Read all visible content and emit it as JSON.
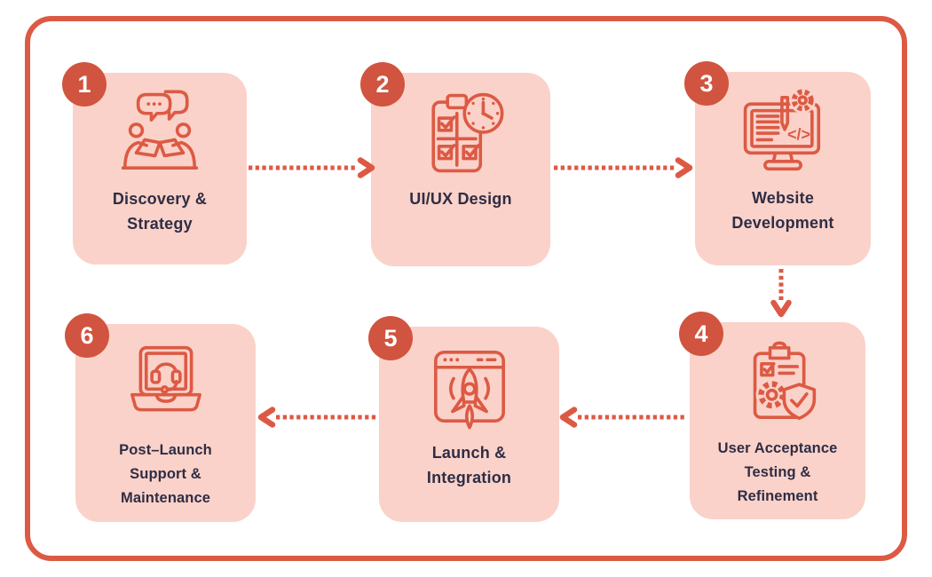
{
  "palette": {
    "coral": "#DC5A44",
    "badge_fill": "#D0543F",
    "card_background": "#FAD2C9",
    "label_text": "#2F2D45",
    "frame_border": "#DC5A44",
    "page_background": "#FFFFFF"
  },
  "steps": [
    {
      "number": "1",
      "label": "Discovery &\nStrategy",
      "icon": "team-discussion-icon"
    },
    {
      "number": "2",
      "label": "UI/UX Design",
      "icon": "checklist-clock-icon"
    },
    {
      "number": "3",
      "label": "Website\nDevelopment",
      "icon": "code-monitor-icon"
    },
    {
      "number": "4",
      "label": "User Acceptance\nTesting &\nRefinement",
      "icon": "clipboard-gear-shield-icon"
    },
    {
      "number": "5",
      "label": "Launch &\nIntegration",
      "icon": "rocket-browser-icon"
    },
    {
      "number": "6",
      "label": "Post–Launch\nSupport &\nMaintenance",
      "icon": "laptop-headset-icon"
    }
  ],
  "icons": {
    "code_glyph": "</>"
  },
  "arrows": [
    {
      "from": "1",
      "to": "2",
      "direction": "right",
      "style": "dotted"
    },
    {
      "from": "2",
      "to": "3",
      "direction": "right",
      "style": "dotted"
    },
    {
      "from": "3",
      "to": "4",
      "direction": "down",
      "style": "dotted"
    },
    {
      "from": "4",
      "to": "5",
      "direction": "left",
      "style": "dotted"
    },
    {
      "from": "5",
      "to": "6",
      "direction": "left",
      "style": "dotted"
    }
  ]
}
